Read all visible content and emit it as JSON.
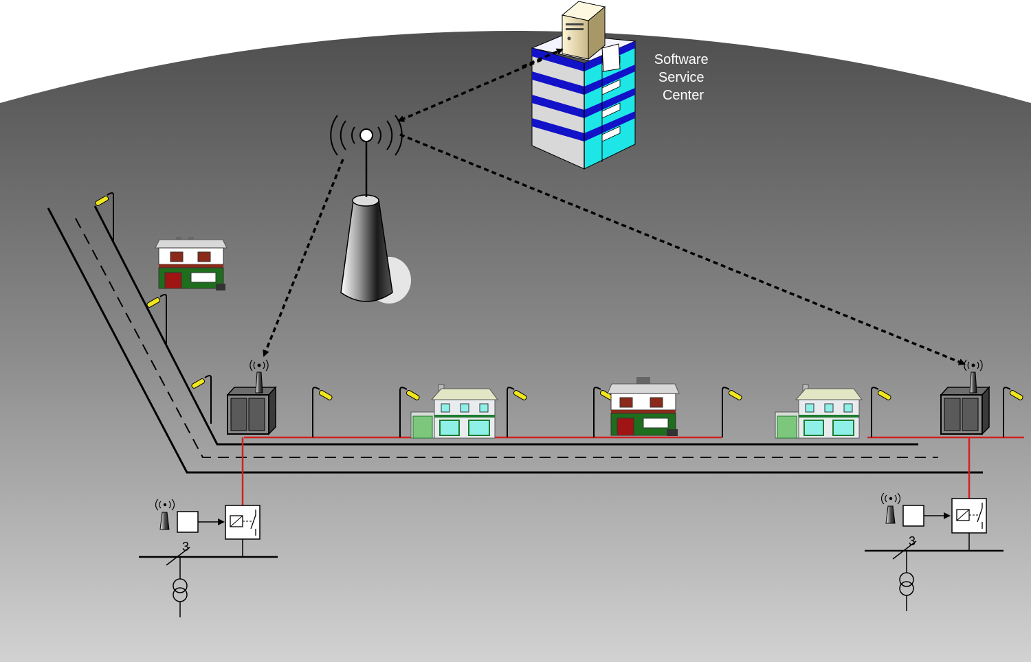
{
  "service_center": {
    "label_lines": [
      "Software",
      "Service",
      "Center"
    ]
  },
  "left_substation": {
    "phase_count": "3"
  },
  "right_substation": {
    "phase_count": "3"
  },
  "colors": {
    "power_line": "#d42020",
    "background_top": "#555555",
    "background_bottom": "#d2d2d2",
    "building_accent": "#1212c8",
    "building_glass": "#1ee6e6",
    "lamp": "#f0e61e"
  }
}
